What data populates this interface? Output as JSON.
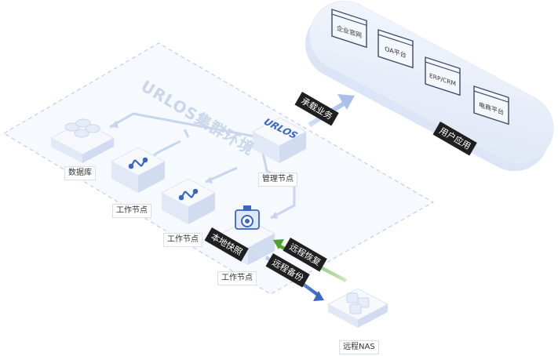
{
  "cluster": {
    "title": "URLOS集群环境"
  },
  "manager_logo": "URLOS",
  "nodes": {
    "database": "数据库",
    "manager": "管理节点",
    "worker1": "工作节点",
    "worker2": "工作节点",
    "worker3": "工作节点",
    "nas": "远程NAS"
  },
  "tags": {
    "carry_business": "承载业务",
    "local_snapshot": "本地快照",
    "remote_restore": "远程恢复",
    "remote_backup": "远程备份",
    "user_apps": "用户应用"
  },
  "apps": [
    "企业官网",
    "OA平台",
    "ERP/CRM",
    "电商平台"
  ],
  "colors": {
    "platform": "#e8eef9",
    "cube_top": "#f7f9fd",
    "node_icon": "#3a66c4",
    "line": "#c8d5ee",
    "arrow_blue": "#3a66c4",
    "arrow_green": "#5db132",
    "tag_bg": "#1f1f1f"
  }
}
